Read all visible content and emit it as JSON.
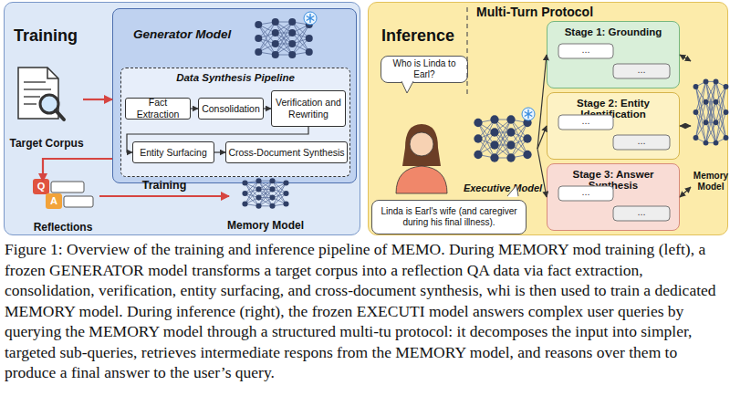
{
  "diagram": {
    "caption": "Figure 1: Overview of the training and inference pipeline of MEMO. During MEMORY mod training (left), a frozen GENERATOR model transforms a target corpus into a reflection QA data via fact extraction, consolidation, verification, entity surfacing, and cross-document synthesis, whi is then used to train a dedicated MEMORY model. During inference (right), the frozen EXECUTI model answers complex user queries by querying the MEMORY model through a structured multi-tu protocol: it decomposes the input into simpler, targeted sub-queries, retrieves intermediate respons from the MEMORY model, and reasons over them to produce a final answer to the user’s query.",
    "nodes": [
      {
        "text": [
          "Training"
        ]
      },
      {
        "text": [
          "Target Corpus"
        ],
        "in": 0
      },
      {
        "text": [
          "Generator Model"
        ],
        "in": 0
      },
      {
        "text": [
          "Data Synthesis Pipeline"
        ],
        "in": 2
      },
      {
        "text": [
          "Fact Extraction"
        ],
        "in": 3
      },
      {
        "text": [
          "Consolidation"
        ],
        "in": 3
      },
      {
        "text": [
          "Verification and Rewriting"
        ],
        "in": 3
      },
      {
        "text": [
          "Entity Surfacing"
        ],
        "in": 3
      },
      {
        "text": [
          "Cross-Document Synthesis"
        ],
        "in": 3
      },
      {
        "text": [
          "Reflections"
        ],
        "in": 0
      },
      {
        "text": [
          "Memory Model"
        ],
        "in": 0
      },
      {
        "text": [
          "Inference"
        ]
      },
      {
        "text": [
          "Who is Linda to Earl?"
        ],
        "in": 11
      },
      {
        "text": [
          "Executive Model"
        ],
        "in": 11
      },
      {
        "text": [
          "Linda is Earl's wife (and caregiver during his final illness)."
        ],
        "in": 11
      },
      {
        "text": [
          "Stage 1: Grounding"
        ],
        "in": 11
      },
      {
        "text": [
          "Stage 2: Entity Identification"
        ],
        "in": 11
      },
      {
        "text": [
          "Stage 3: Answer Synthesis"
        ],
        "in": 11
      },
      {
        "text": [
          "Memory Model"
        ],
        "in": 11
      }
    ],
    "edges": [
      {
        "from": 1,
        "to": 2,
        "arrow": "to"
      },
      {
        "from": 4,
        "to": 5,
        "arrow": "to"
      },
      {
        "from": 5,
        "to": 6,
        "arrow": "to"
      },
      {
        "from": 6,
        "to": 7,
        "arrow": "to"
      },
      {
        "from": 7,
        "to": 8,
        "arrow": "to"
      },
      {
        "from": 2,
        "to": 9,
        "arrow": "to"
      },
      {
        "from": 9,
        "to": 10,
        "label": "Training",
        "arrow": "to"
      },
      {
        "from": 13,
        "to": 15,
        "arrow": "to"
      },
      {
        "from": 13,
        "to": 16,
        "arrow": "to"
      },
      {
        "from": 13,
        "to": 17,
        "arrow": "to"
      },
      {
        "from": 15,
        "to": 18,
        "arrow": "both"
      },
      {
        "from": 16,
        "to": 18,
        "arrow": "both"
      },
      {
        "from": 17,
        "to": 18,
        "arrow": "both"
      }
    ],
    "labels": [
      "Q",
      "A",
      "Multi-Turn Protocol",
      "...",
      "...",
      "...",
      "...",
      "...",
      "..."
    ]
  }
}
